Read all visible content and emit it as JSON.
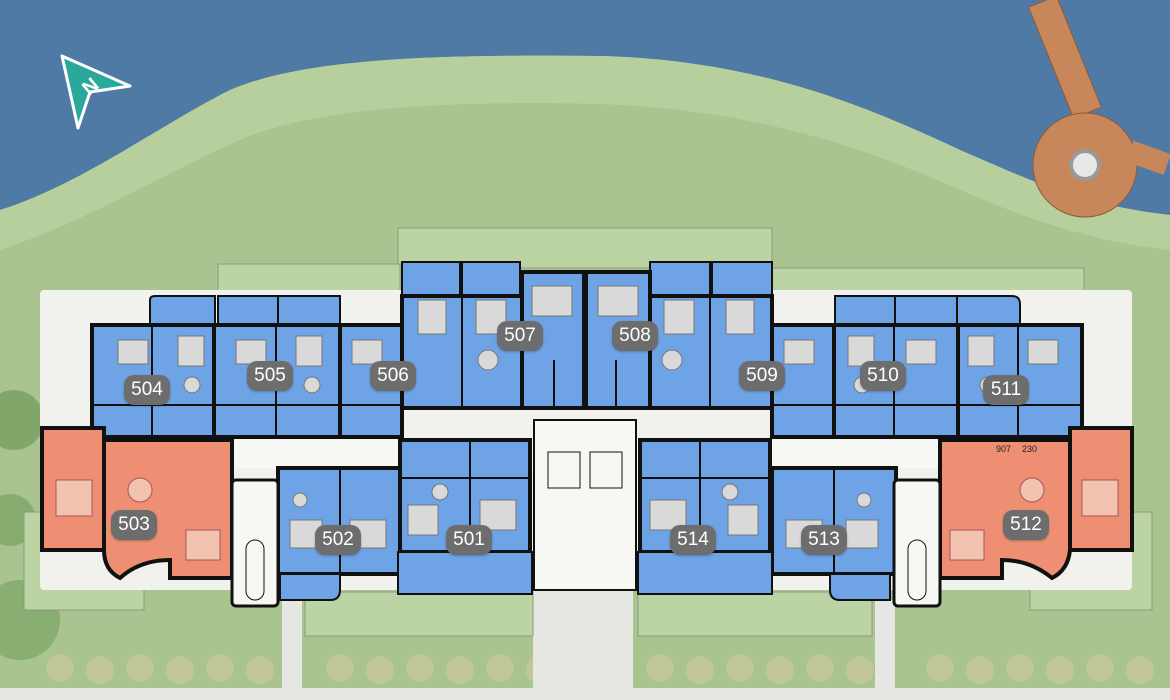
{
  "colors": {
    "water": "#4f7aa5",
    "lawn": "#a9c48e",
    "lawn_light": "#bcd3a4",
    "courtyard": "#c8d6b4",
    "unit_blue": "#6ea3e6",
    "unit_orange": "#ee8f74",
    "corridor": "#f4f4f2",
    "wall": "#111111",
    "label_bg": "#6d6d6d",
    "label_text": "#ffffff",
    "dock": "#c8875a",
    "compass": "#2aa99a"
  },
  "icons": {
    "compass": "north-arrow-icon"
  },
  "compass_letter": "N",
  "units": [
    {
      "id": "501",
      "label": "501",
      "status": "blue"
    },
    {
      "id": "502",
      "label": "502",
      "status": "blue"
    },
    {
      "id": "503",
      "label": "503",
      "status": "orange"
    },
    {
      "id": "504",
      "label": "504",
      "status": "blue"
    },
    {
      "id": "505",
      "label": "505",
      "status": "blue"
    },
    {
      "id": "506",
      "label": "506",
      "status": "blue"
    },
    {
      "id": "507",
      "label": "507",
      "status": "blue"
    },
    {
      "id": "508",
      "label": "508",
      "status": "blue"
    },
    {
      "id": "509",
      "label": "509",
      "status": "blue"
    },
    {
      "id": "510",
      "label": "510",
      "status": "blue"
    },
    {
      "id": "511",
      "label": "511",
      "status": "blue"
    },
    {
      "id": "512",
      "label": "512",
      "status": "orange"
    },
    {
      "id": "513",
      "label": "513",
      "status": "blue"
    },
    {
      "id": "514",
      "label": "514",
      "status": "blue"
    }
  ],
  "dimensions": {
    "a": "907",
    "b": "230"
  }
}
